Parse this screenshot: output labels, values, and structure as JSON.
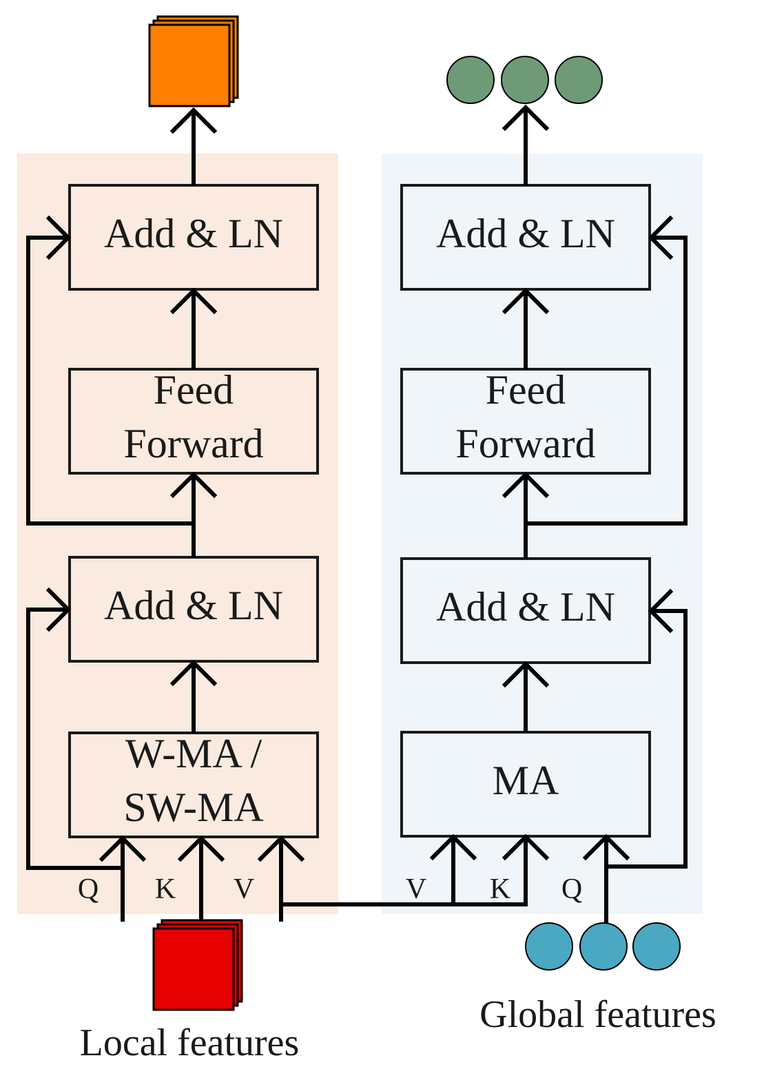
{
  "colors": {
    "local_panel_bg": "#faeadf",
    "global_panel_bg": "#f0f5fa",
    "local_output_fill": "#ff7f00",
    "local_input_fill": "#e60000",
    "global_output_fill": "#6f9a78",
    "global_input_fill": "#4aa8c2",
    "stroke": "#000000"
  },
  "local_branch": {
    "add_ln_top": "Add & LN",
    "feed_forward_line1": "Feed",
    "feed_forward_line2": "Forward",
    "add_ln_bottom": "Add & LN",
    "attention_line1": "W-MA /",
    "attention_line2": "SW-MA",
    "q_label": "Q",
    "k_label": "K",
    "v_label": "V",
    "input_caption": "Local features"
  },
  "global_branch": {
    "add_ln_top": "Add & LN",
    "feed_forward_line1": "Feed",
    "feed_forward_line2": "Forward",
    "add_ln_bottom": "Add & LN",
    "attention": "MA",
    "v_label": "V",
    "k_label": "K",
    "q_label": "Q",
    "input_caption": "Global features"
  }
}
